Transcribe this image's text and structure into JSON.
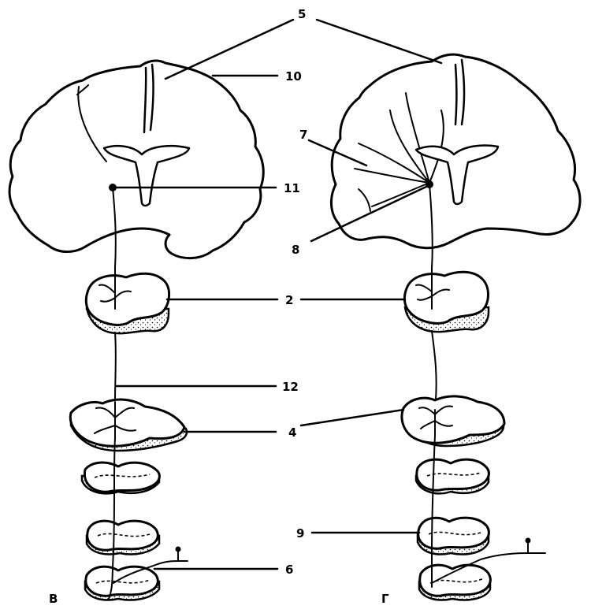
{
  "labels": {
    "l5": "5",
    "l10": "10",
    "l7": "7",
    "l11": "11",
    "l8": "8",
    "l2": "2",
    "l12": "12",
    "l4": "4",
    "l9": "9",
    "l6": "6",
    "panel_left": "В",
    "panel_right": "Г"
  }
}
